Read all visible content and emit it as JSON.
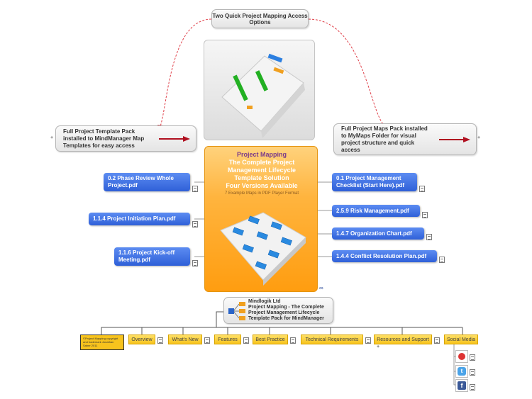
{
  "top_node": {
    "label": "Two Quick Project Mapping Access Options"
  },
  "left_option": {
    "label": "Full Project Template Pack installed to MindManager Map Templates for easy access"
  },
  "right_option": {
    "label": "Full Project Maps Pack installed to MyMaps Folder for visual project structure and quick access"
  },
  "center_panel": {
    "title": "Project Mapping",
    "subtitle_1": "The Complete Project",
    "subtitle_2": "Management Lifecycle",
    "subtitle_3": "Template Solution",
    "subtitle_4": "Four Versions Available",
    "caption": "7 Example Maps in PDF Player Format"
  },
  "left_pdfs": [
    {
      "label": "0.2  Phase Review Whole Project.pdf"
    },
    {
      "label": "1.1.4 Project Initiation Plan.pdf"
    },
    {
      "label": "1.1.6 Project Kick-off Meeting.pdf"
    }
  ],
  "right_pdfs": [
    {
      "label": "0.1 Project Management Checklist (Start Here).pdf"
    },
    {
      "label": "2.5.9 Risk Management.pdf"
    },
    {
      "label": "1.4.7 Organization Chart.pdf"
    },
    {
      "label": "1.4.4 Conflict Resolution Plan.pdf"
    }
  ],
  "central_topic": {
    "line1": "Mindlogik Ltd",
    "line2": "Project Mapping - The Complete",
    "line3": "Project Management Lifecycle",
    "line4": "Template Pack for MindManager"
  },
  "copyright_note": "©Project Mapping copyright and trademark Jonathan Saber 2011",
  "bottom_topics": [
    {
      "label": "Overview"
    },
    {
      "label": "What's New"
    },
    {
      "label": "Features"
    },
    {
      "label": "Best Practice"
    },
    {
      "label": "Technical Requirements"
    },
    {
      "label": "Resources and Support"
    },
    {
      "label": "Social Media"
    }
  ],
  "social_icons": [
    "youtube-icon",
    "twitter-icon",
    "facebook-icon"
  ],
  "colors": {
    "blue_topic": "#2f60d8",
    "orange_panel": "#ff9d10",
    "yellow_topic": "#f7c31d",
    "relationship_line": "#e0404a"
  }
}
